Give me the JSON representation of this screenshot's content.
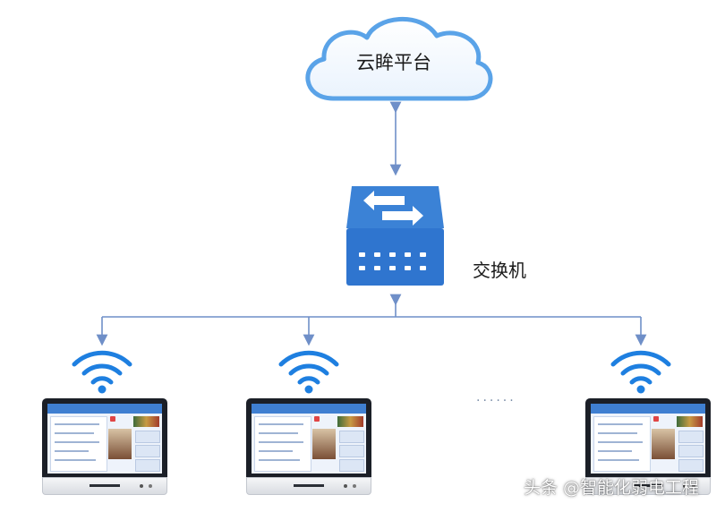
{
  "cloud": {
    "label": "云眸平台",
    "icon": "cloud-icon",
    "color": "#5aa3e8"
  },
  "switch": {
    "label": "交换机",
    "icon": "network-switch-icon",
    "color": "#2f75cf"
  },
  "terminals": [
    {
      "icon": "wifi-icon"
    },
    {
      "icon": "wifi-icon"
    },
    {
      "icon": "wifi-icon"
    }
  ],
  "ellipsis": "······",
  "watermark": "头条 @智能化弱电工程",
  "colors": {
    "line": "#6f8fc8",
    "wifi": "#1e7fe0"
  }
}
